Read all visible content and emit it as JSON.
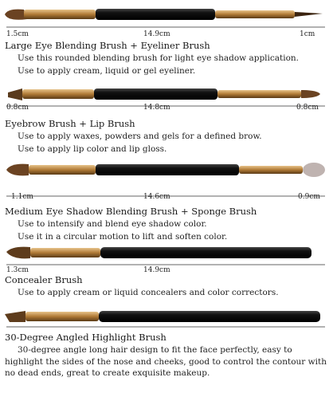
{
  "products": [
    {
      "title": "Large Eye Blending Brush + Eyeliner Brush",
      "lines": [
        "Use this rounded blending brush for light eye shadow application.",
        "Use to apply cream, liquid or gel eyeliner."
      ],
      "dims": {
        "left": "1.5cm",
        "total": "14.9cm",
        "right": "1cm"
      }
    },
    {
      "title": "Eyebrow Brush + Lip Brush",
      "lines": [
        "Use to apply waxes, powders and gels for a defined brow.",
        "Use to apply lip color and lip gloss."
      ],
      "dims": {
        "left": "0.8cm",
        "total": "14.8cm",
        "right": "0.8cm"
      }
    },
    {
      "title": "Medium Eye Shadow Blending Brush + Sponge Brush",
      "lines": [
        "Use to intensify and blend eye shadow color.",
        "Use it in a circular motion to lift and soften color."
      ],
      "dims": {
        "left": "1.1cm",
        "total": "14.6cm",
        "right": "0.9cm"
      }
    },
    {
      "title": "Concealer Brush",
      "lines": [
        "Use to apply cream or liquid concealers and color correctors."
      ],
      "dims": {
        "left": "1.3cm",
        "total": "14.9cm",
        "right": ""
      }
    },
    {
      "title": "30-Degree Angled Highlight Brush",
      "paragraph": "30-degree angle long hair design to fit the face perfectly, easy to highlight the sides of the nose and cheeks, good to control the contour with no dead ends, great to create exquisite makeup.",
      "dims": {
        "left": "",
        "total": "",
        "right": ""
      }
    }
  ],
  "colors": {
    "handle": "#111111",
    "ferrule": "#b88442",
    "bristle": "#7a4f28",
    "sponge": "#bfb3b0"
  }
}
